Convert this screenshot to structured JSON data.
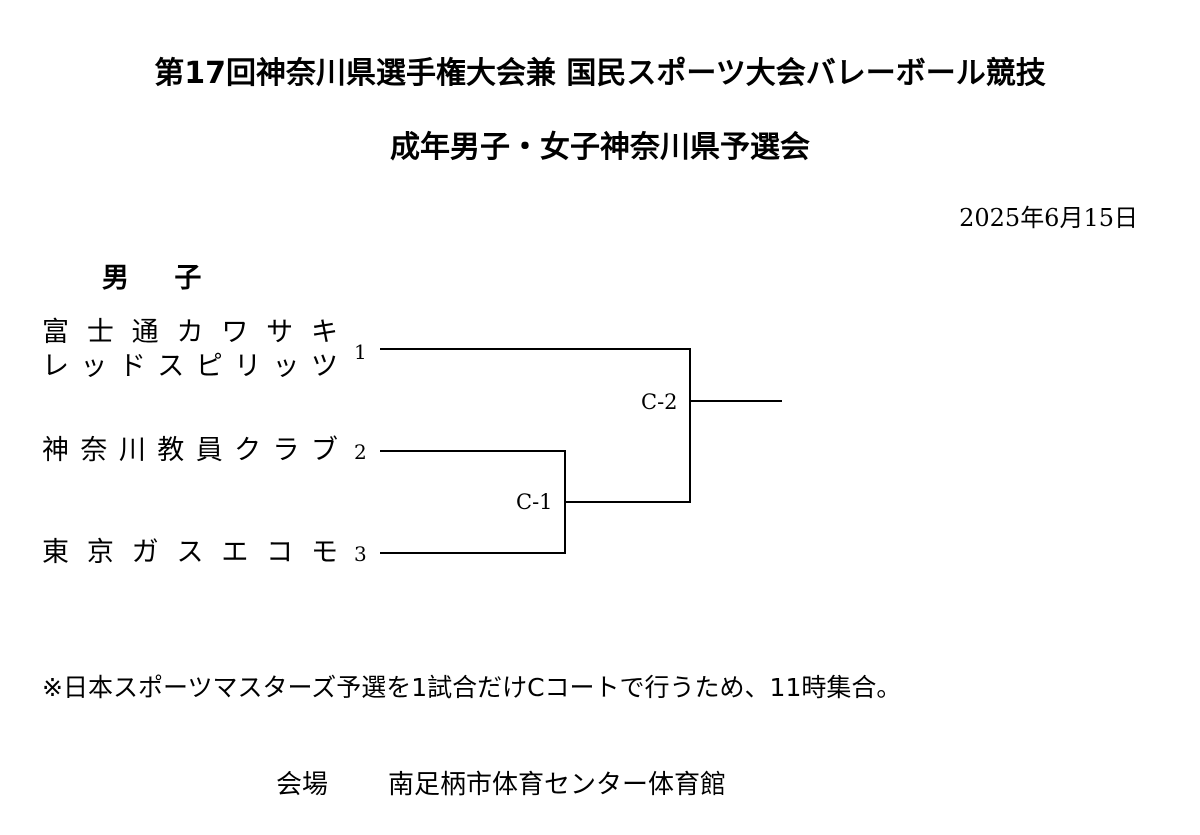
{
  "header": {
    "title_line1": "第17回神奈川県選手権大会兼 国民スポーツ大会バレーボール競技",
    "title_line2": "成年男子・女子神奈川県予選会",
    "date": "2025年6月15日"
  },
  "bracket": {
    "section_title": "男 子",
    "teams": [
      {
        "seed": "1",
        "name_line1": "富士通カワサキ",
        "name_line2": "レッドスピリッツ"
      },
      {
        "seed": "2",
        "name": "神奈川教員クラブ"
      },
      {
        "seed": "3",
        "name": "東京ガスエコモ"
      }
    ],
    "matches": [
      {
        "label": "C-1"
      },
      {
        "label": "C-2"
      }
    ]
  },
  "note": "※日本スポーツマスターズ予選を1試合だけCコートで行うため、11時集合。",
  "venue": {
    "label": "会場",
    "name": "南足柄市体育センター体育館"
  }
}
